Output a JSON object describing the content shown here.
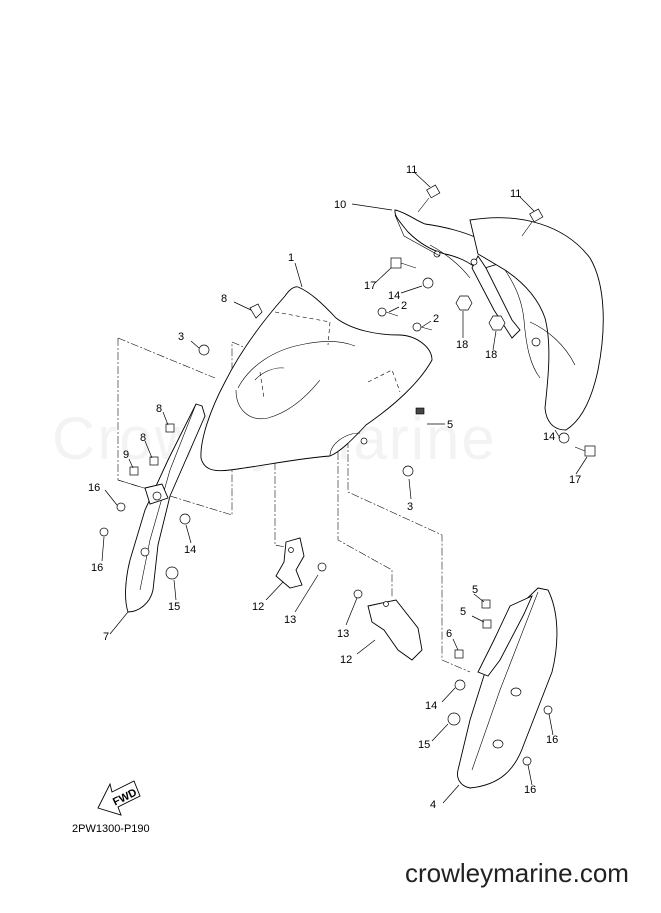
{
  "diagram": {
    "code": "2PW1300-P190",
    "fwd_label": "FWD",
    "watermark": "Crowley Marine",
    "footer": "crowleymarine.com"
  },
  "callouts": [
    "1",
    "2",
    "2",
    "3",
    "3",
    "4",
    "5",
    "5",
    "5",
    "6",
    "7",
    "8",
    "8",
    "8",
    "9",
    "10",
    "11",
    "11",
    "12",
    "12",
    "13",
    "13",
    "14",
    "14",
    "14",
    "14",
    "15",
    "15",
    "16",
    "16",
    "16",
    "16",
    "17",
    "17",
    "18",
    "18"
  ]
}
